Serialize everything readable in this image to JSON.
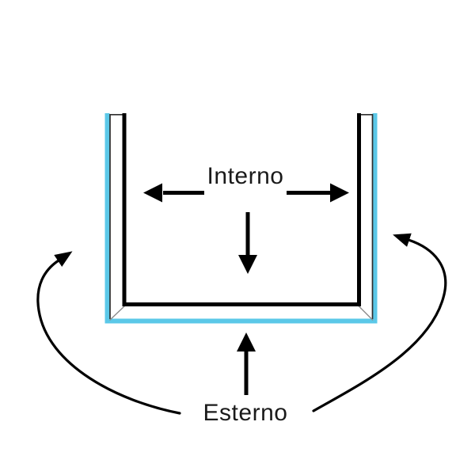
{
  "diagram": {
    "type": "u-channel-profile-diagram",
    "labels": {
      "interior": "Interno",
      "exterior": "Esterno"
    },
    "colors": {
      "line": "#000000",
      "edge_outline": "#2e2e2e",
      "miter_edge": "#8a8a8a",
      "exterior_highlight": "#5BC8E8",
      "text": "#1a1a1a",
      "background": "#ffffff"
    }
  }
}
